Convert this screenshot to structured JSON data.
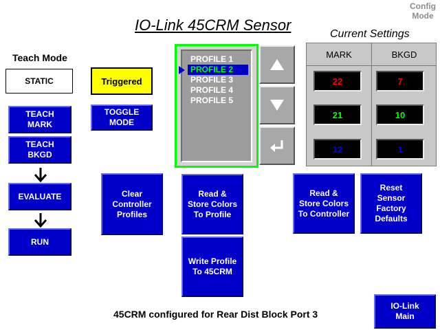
{
  "header": {
    "title": "IO-Link 45CRM Sensor",
    "config_mode": "Config\nMode"
  },
  "teach_mode": {
    "label": "Teach Mode",
    "static_label": "STATIC",
    "triggered_label": "Triggered",
    "toggle_mode_label": "TOGGLE\nMODE",
    "teach_mark_label": "TEACH\nMARK",
    "teach_bkgd_label": "TEACH\nBKGD",
    "evaluate_label": "EVALUATE",
    "run_label": "RUN",
    "flow_arrow": "🡇"
  },
  "profiles": {
    "items": [
      "PROFILE 1",
      "PROFILE 2",
      "PROFILE 3",
      "PROFILE 4",
      "PROFILE 5"
    ],
    "selected": "PROFILE 2"
  },
  "actions": {
    "clear_profiles": "Clear\nController\nProfiles",
    "read_store_profile": "Read &\nStore Colors\nTo Profile",
    "write_profile": "Write Profile\nTo 45CRM",
    "read_store_controller": "Read &\nStore Colors\nTo Controller",
    "reset_defaults": "Reset\nSensor\nFactory\nDefaults",
    "iolink_main": "IO-Link\nMain"
  },
  "current_settings": {
    "title": "Current Settings",
    "columns": [
      "MARK",
      "BKGD"
    ],
    "rows": [
      {
        "mark": "22",
        "bkgd": "7",
        "color": "#ff0000"
      },
      {
        "mark": "21",
        "bkgd": "10",
        "color": "#00ff00"
      },
      {
        "mark": "12",
        "bkgd": "1",
        "color": "#0000ff"
      }
    ]
  },
  "status": {
    "text": "45CRM configured for Rear Dist Block Port 3"
  },
  "icons": {
    "up": "up-arrow-icon",
    "down": "down-arrow-icon",
    "enter": "enter-return-icon"
  }
}
